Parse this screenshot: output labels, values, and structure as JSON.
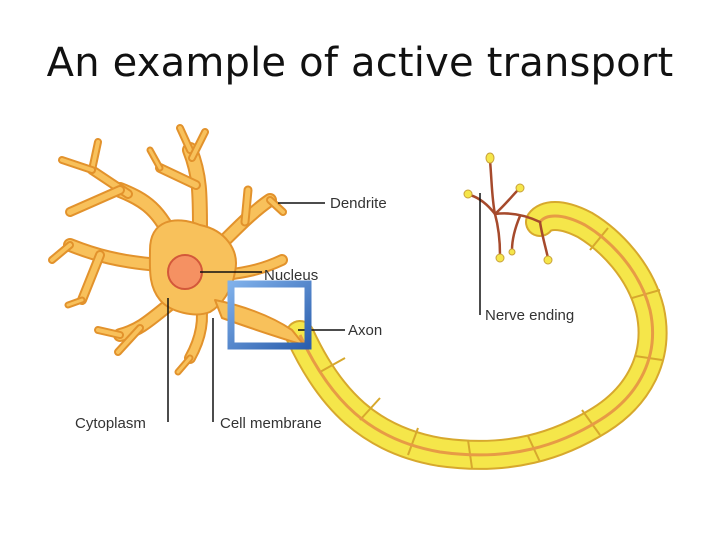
{
  "title": "An example of active transport",
  "diagram": {
    "labels": {
      "dendrite": "Dendrite",
      "nucleus": "Nucleus",
      "axon": "Axon",
      "nerve_ending": "Nerve ending",
      "cytoplasm": "Cytoplasm",
      "cell_membrane": "Cell membrane"
    },
    "colors": {
      "cell_body": "#f8c15b",
      "cell_outline": "#e2922c",
      "nucleus": "#f59162",
      "myelin": "#f5e64a",
      "myelin_outline": "#d7a82d",
      "axon_core": "#e79b45",
      "nerve_branch": "#a64a2c",
      "highlight_box": "#3d74c4"
    }
  }
}
